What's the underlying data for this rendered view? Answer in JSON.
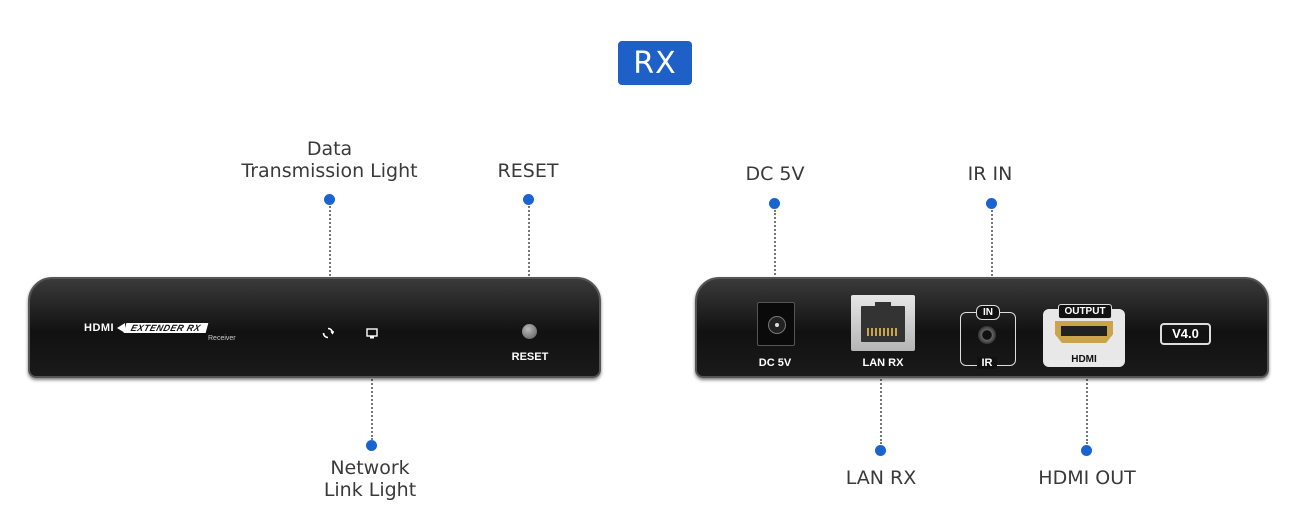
{
  "badge": {
    "label": "RX",
    "color": "#1e5fc8"
  },
  "callouts": {
    "data_light_line1": "Data",
    "data_light_line2": "Transmission Light",
    "reset": "RESET",
    "network_line1": "Network",
    "network_line2": "Link Light",
    "dc": "DC 5V",
    "ir_in": "IR IN",
    "lan_rx": "LAN RX",
    "hdmi_out": "HDMI OUT"
  },
  "front_panel": {
    "brand": "HDMI",
    "product": "EXTENDER RX",
    "sub": "Receiver",
    "reset_label": "RESET"
  },
  "rear_panel": {
    "dc_label": "DC 5V",
    "lan_label": "LAN RX",
    "ir_top": "IN",
    "ir_bottom": "IR",
    "hdmi_top": "OUTPUT",
    "hdmi_bottom": "HDMI",
    "version": "V4.0"
  }
}
